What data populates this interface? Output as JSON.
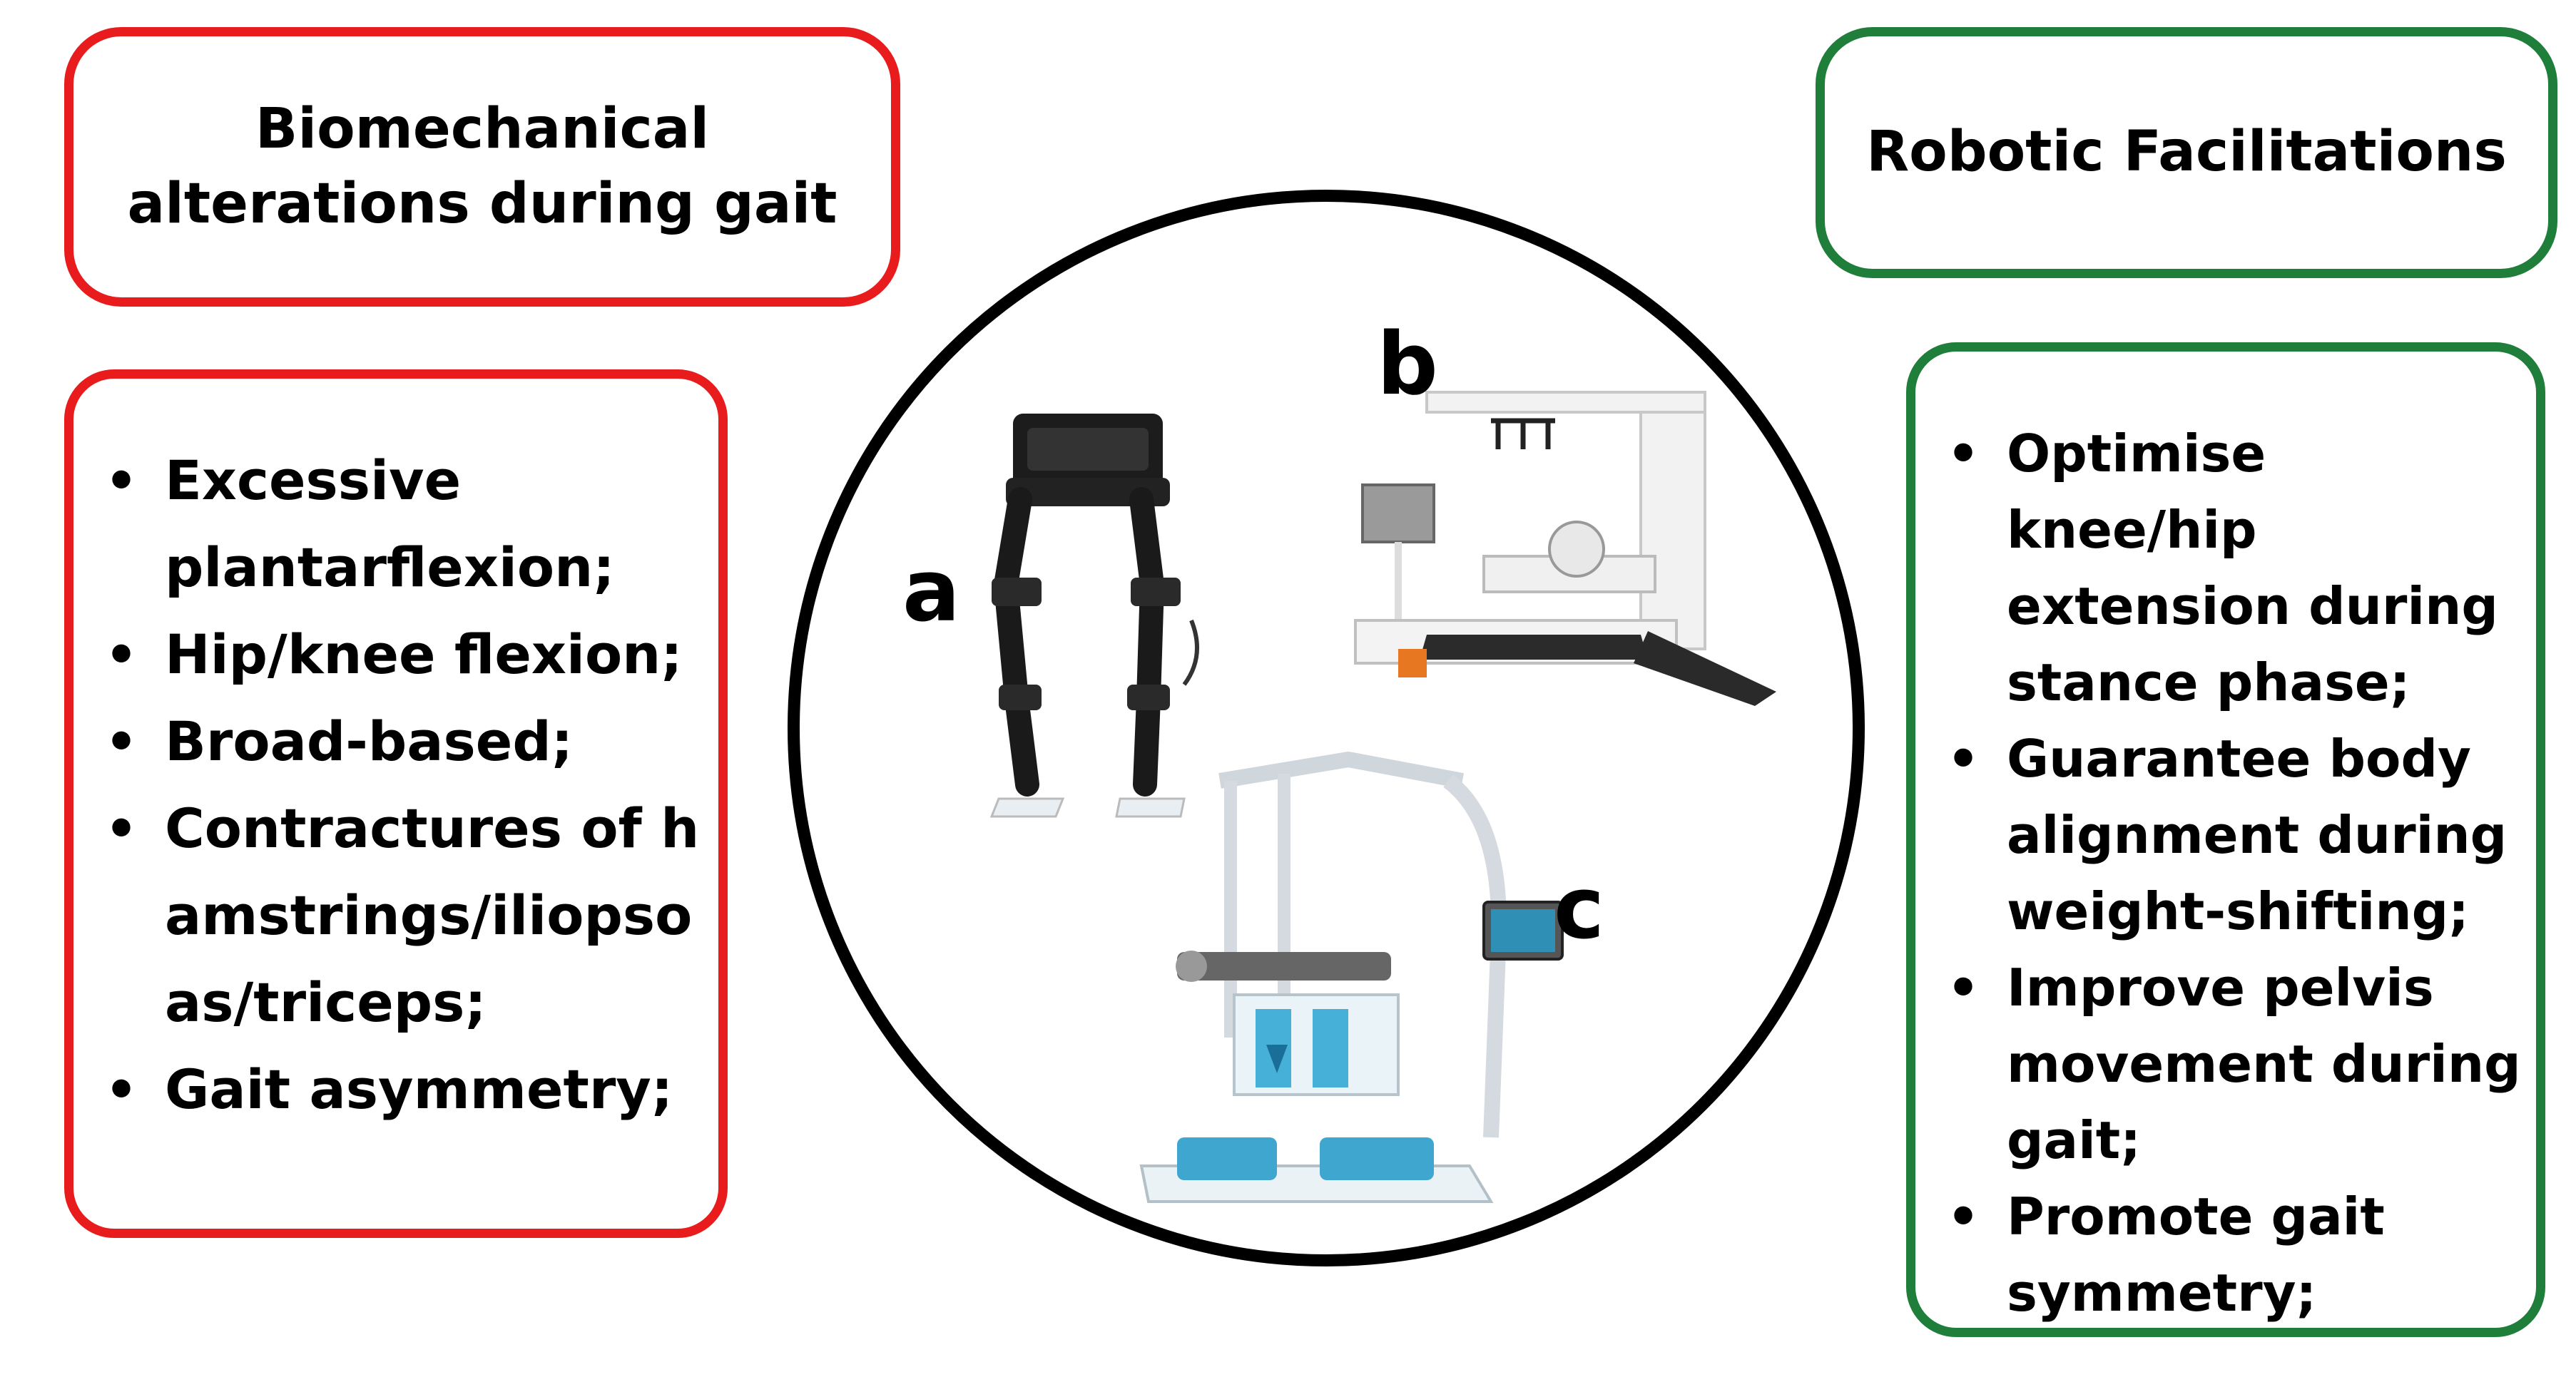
{
  "left": {
    "title": "Biomechanical alterations during gait",
    "items": [
      "Excessive plantarflexion;",
      "Hip/knee flexion;",
      "Broad-based;",
      "Contractures of hamstrings/iliopsoas/triceps;",
      "Gait asymmetry;"
    ]
  },
  "right": {
    "title": "Robotic Facilitations",
    "items": [
      "Optimise knee/hip extension during stance phase;",
      "Guarantee body alignment during weight-shifting;",
      "Improve pelvis movement during gait;",
      "Promote gait symmetry;"
    ]
  },
  "center": {
    "labels": {
      "a": "a",
      "b": "b",
      "c": "c"
    }
  },
  "colors": {
    "left_border": "#e81c1c",
    "right_border": "#1e7e3a",
    "circle": "#000000"
  }
}
